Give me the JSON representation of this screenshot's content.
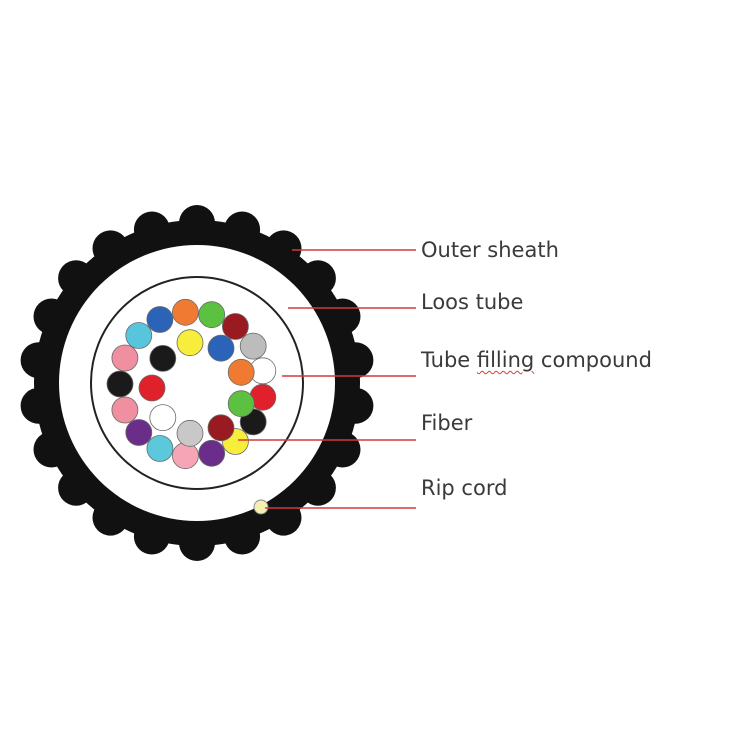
{
  "labels": {
    "outer_sheath": "Outer sheath",
    "loos_tube": "Loos tube",
    "tube_filling_prefix": "Tube ",
    "tube_filling_word": "filling",
    "tube_filling_suffix": " compound",
    "fiber": "Fiber",
    "rip_cord": "Rip cord"
  },
  "colors": {
    "sheath": "#111111",
    "tube_ring": "#222222",
    "leader_line": "#d43a3a",
    "rip_cord": "#f4f1b0",
    "label_text": "#3a3a3a"
  },
  "fibers": {
    "outer_ring": [
      "#1a1a1a",
      "#f08fa0",
      "#57c6dc",
      "#2a63b8",
      "#f07a32",
      "#5cc040",
      "#9a1a22",
      "#bcbcbc",
      "#ffffff",
      "#e0202a",
      "#1a1a1a",
      "#f6ee3a",
      "#6a2e8a",
      "#f5a5b5",
      "#5cc8dc",
      "#6a2e8a",
      "#f08fa0"
    ],
    "inner_ring": [
      "#2a63b8",
      "#f07a32",
      "#5cc040",
      "#9a1a22",
      "#c8c8c8",
      "#ffffff",
      "#e0202a",
      "#1a1a1a",
      "#f6ee3a"
    ]
  }
}
